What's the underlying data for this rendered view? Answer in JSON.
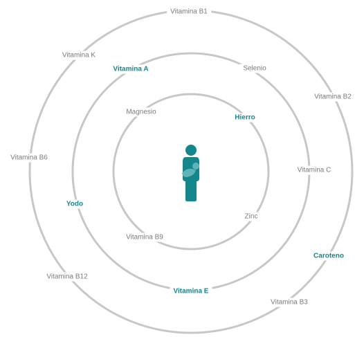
{
  "colors": {
    "ring": "#c7c7c7",
    "label_normal": "#7b7b7b",
    "label_highlight": "#14878d",
    "figure": "#14878d",
    "baby": "#5fb4ba"
  },
  "center_icon": "mother-holding-baby-icon",
  "rings": [
    {
      "name": "inner",
      "nutrients": [
        {
          "name": "Magnesio",
          "highlight": false
        },
        {
          "name": "Hierro",
          "highlight": true
        },
        {
          "name": "Zinc",
          "highlight": false
        },
        {
          "name": "Vitamina B9",
          "highlight": false
        }
      ]
    },
    {
      "name": "middle",
      "nutrients": [
        {
          "name": "Vitamina A",
          "highlight": true
        },
        {
          "name": "Selenio",
          "highlight": false
        },
        {
          "name": "Vitamina C",
          "highlight": false
        },
        {
          "name": "Vitamina E",
          "highlight": true
        },
        {
          "name": "Yodo",
          "highlight": true
        }
      ]
    },
    {
      "name": "outer",
      "nutrients": [
        {
          "name": "Vitamina B1",
          "highlight": false
        },
        {
          "name": "Vitamina K",
          "highlight": false
        },
        {
          "name": "Vitamina B6",
          "highlight": false
        },
        {
          "name": "Vitamina B12",
          "highlight": false
        },
        {
          "name": "Vitamina B3",
          "highlight": false
        },
        {
          "name": "Caroteno",
          "highlight": true
        },
        {
          "name": "Vitamina B2",
          "highlight": false
        }
      ]
    }
  ]
}
